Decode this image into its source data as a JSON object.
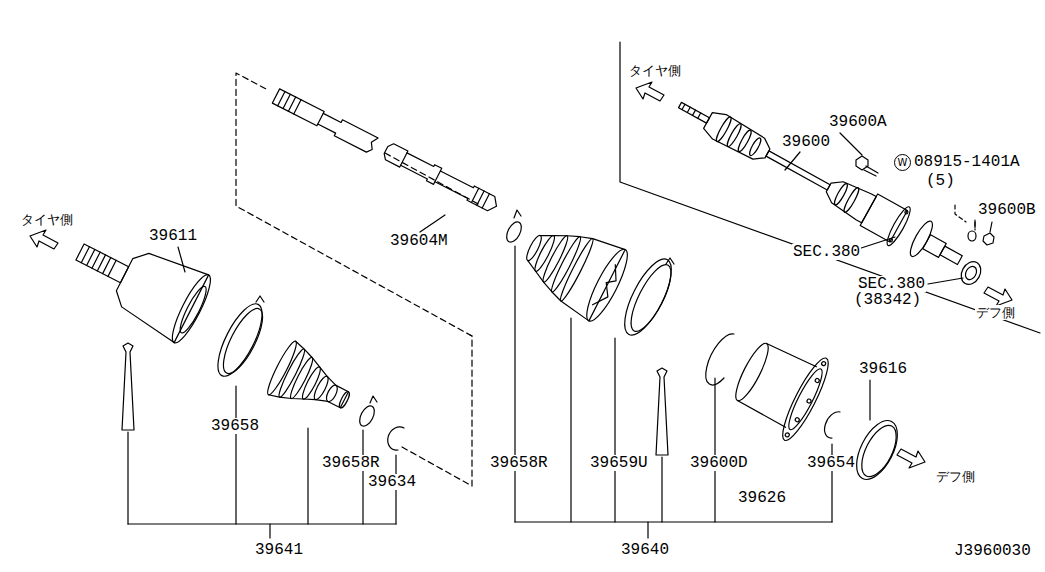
{
  "diagram": {
    "nodes": [
      {
        "text": [
          "W"
        ]
      }
    ],
    "labels": [
      "タイヤ側",
      "39600A",
      "39600",
      "08915-1401A",
      "(5)",
      "39600B",
      "SEC.380",
      "SEC.380",
      "(38342)",
      "デフ側",
      "39604M",
      "タイヤ側",
      "39611",
      "39658",
      "39658R",
      "39634",
      "39641",
      "39658R",
      "39659U",
      "39600D",
      "39626",
      "39654",
      "39616",
      "デフ側",
      "39640",
      "J3960030"
    ]
  }
}
